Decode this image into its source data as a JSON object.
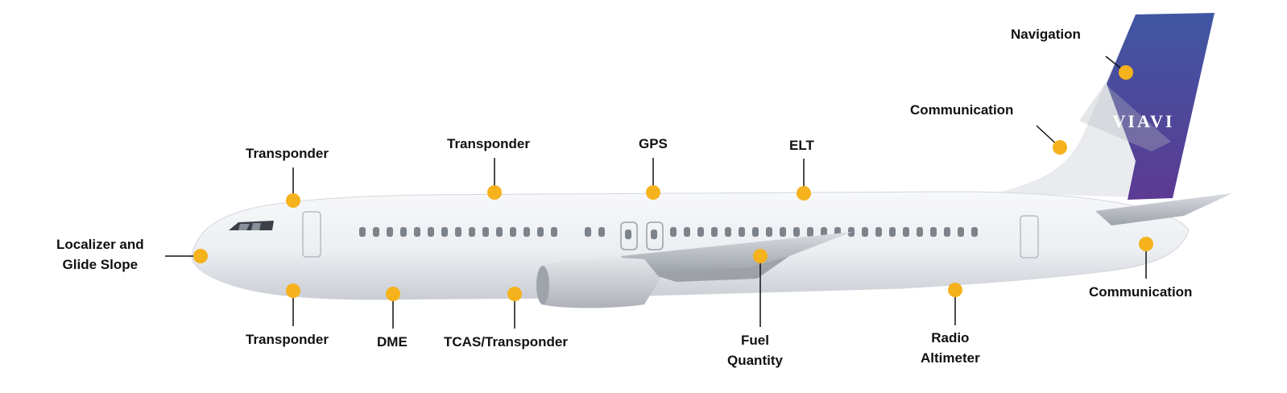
{
  "brand": {
    "logo_text": "VIAVI"
  },
  "colors": {
    "marker": "#f5b21c",
    "tail_gradient_top": "#3f57a3",
    "tail_gradient_bottom": "#5c3a93",
    "label": "#111111"
  },
  "callouts": {
    "navigation": "Navigation",
    "communication_tail": "Communication",
    "transponder_top_front": "Transponder",
    "transponder_top_mid": "Transponder",
    "gps": "GPS",
    "elt": "ELT",
    "localizer_line1": "Localizer and",
    "localizer_line2": "Glide Slope",
    "transponder_bottom": "Transponder",
    "dme": "DME",
    "tcas": "TCAS/Transponder",
    "fuel_line1": "Fuel",
    "fuel_line2": "Quantity",
    "radio_line1": "Radio",
    "radio_line2": "Altimeter",
    "communication_rear": "Communication"
  }
}
